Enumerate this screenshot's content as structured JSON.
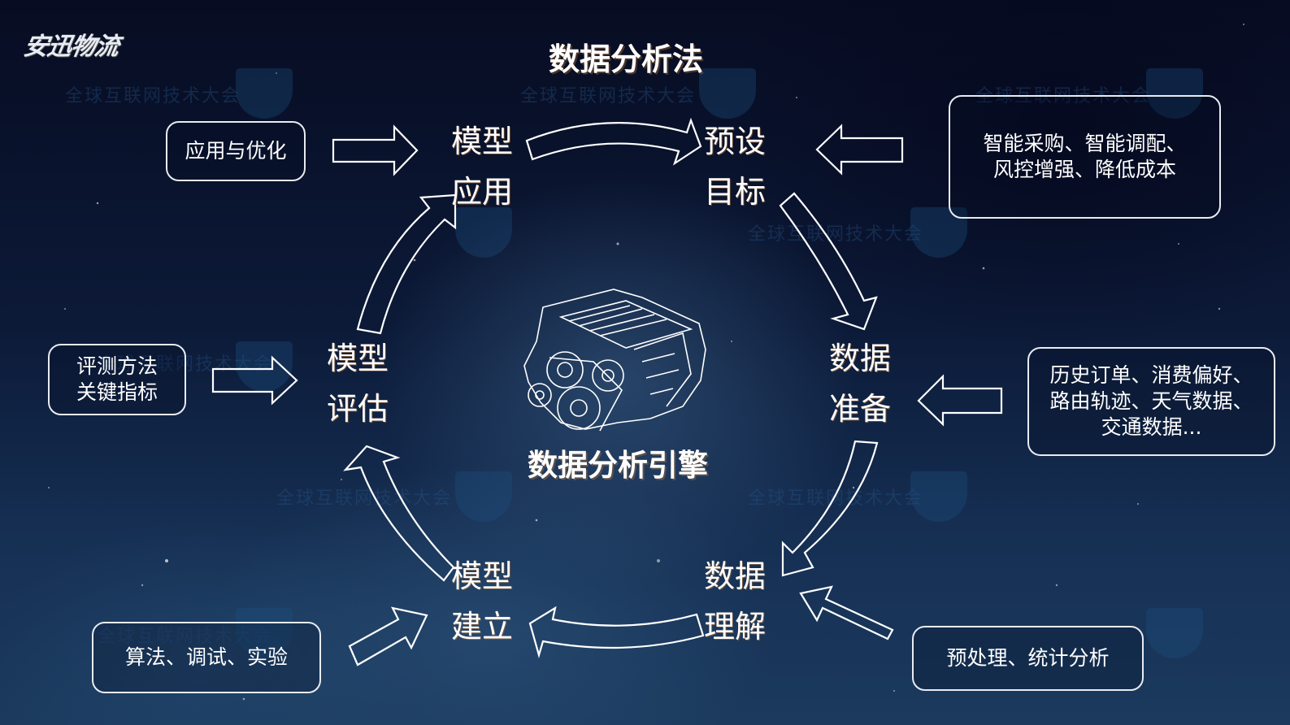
{
  "logo": {
    "text": "安迅物流"
  },
  "title": "数据分析法",
  "watermark": {
    "text": "全球互联网技术大会"
  },
  "center": {
    "icon": "engine-icon",
    "label": "数据分析引擎"
  },
  "stages": [
    {
      "id": "model-application",
      "line1": "模型",
      "line2": "应用"
    },
    {
      "id": "preset-goal",
      "line1": "预设",
      "line2": "目标"
    },
    {
      "id": "data-preparation",
      "line1": "数据",
      "line2": "准备"
    },
    {
      "id": "data-understanding",
      "line1": "数据",
      "line2": "理解"
    },
    {
      "id": "model-building",
      "line1": "模型",
      "line2": "建立"
    },
    {
      "id": "model-evaluation",
      "line1": "模型",
      "line2": "评估"
    }
  ],
  "inputs": [
    {
      "id": "application-optimization",
      "lines": [
        "应用与优化"
      ]
    },
    {
      "id": "goals-detail",
      "lines": [
        "智能采购、智能调配、",
        "风控增强、降低成本"
      ]
    },
    {
      "id": "data-sources",
      "lines": [
        "历史订单、消费偏好、",
        "路由轨迹、天气数据、",
        "交通数据..."
      ]
    },
    {
      "id": "preprocessing",
      "lines": [
        "预处理、统计分析"
      ]
    },
    {
      "id": "algorithms",
      "lines": [
        "算法、调试、实验"
      ]
    },
    {
      "id": "evaluation-methods",
      "lines": [
        "评测方法",
        "关键指标"
      ]
    }
  ],
  "colors": {
    "line": "#ffffff",
    "bg_top": "#070c22",
    "bg_bottom": "#1b3a5e"
  }
}
